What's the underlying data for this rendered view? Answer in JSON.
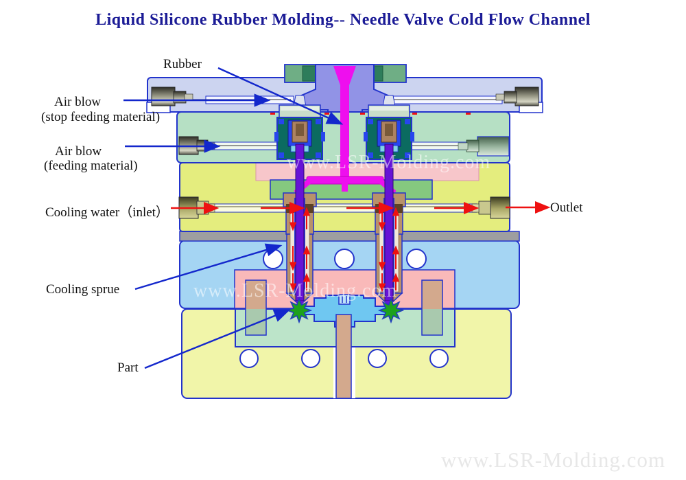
{
  "title": {
    "text": "Liquid Silicone Rubber Molding-- Needle Valve Cold Flow Channel",
    "color": "#1b1b96"
  },
  "labels": {
    "rubber": "Rubber",
    "air_blow_stop_line1": "Air blow",
    "air_blow_stop_line2": "(stop feeding material)",
    "air_blow_feed_line1": "Air blow",
    "air_blow_feed_line2": "(feeding material)",
    "cooling_water": "Cooling water（inlet）",
    "outlet": "Outlet",
    "cooling_sprue": "Cooling sprue",
    "part": "Part"
  },
  "watermarks": {
    "center_upper": "www.LSR-Molding.com",
    "center_lower": "www.LSR-Molding.com",
    "bottom_right": "www.LSR-Molding.com"
  },
  "colors": {
    "title_text": "#1b1b96",
    "label_text": "#111111",
    "callout_arrow_blue": "#1327cc",
    "flow_arrow_red": "#ee1111",
    "outline_blue": "#2233cc",
    "top_plate": "#ccd4f0",
    "feed_plate": "#b6e0c4",
    "manifold_plate": "#e4ed7e",
    "cavity_plate": "#a5d5f3",
    "core_plate": "#f1f5a9",
    "insert_pink_upper": "#f7c6ca",
    "insert_pink_lower": "#f9b9b9",
    "manifold_block_green": "#85c87f",
    "spacer_gray": "#9e9ea0",
    "runner_magenta": "#ee0fee",
    "needle_purple": "#6613d6",
    "nozzle_tan": "#b8926a",
    "part_green": "#1da11d",
    "cavity_blue": "#6fc7f1",
    "locating_ring_green": "#2e7d5b",
    "sprue_bushing_lavender": "#9193e6",
    "actuator_teal": "#0b6b60",
    "watermark_overlay": "rgba(255,255,255,0.55)",
    "watermark_bottom": "#e7e7e7"
  }
}
